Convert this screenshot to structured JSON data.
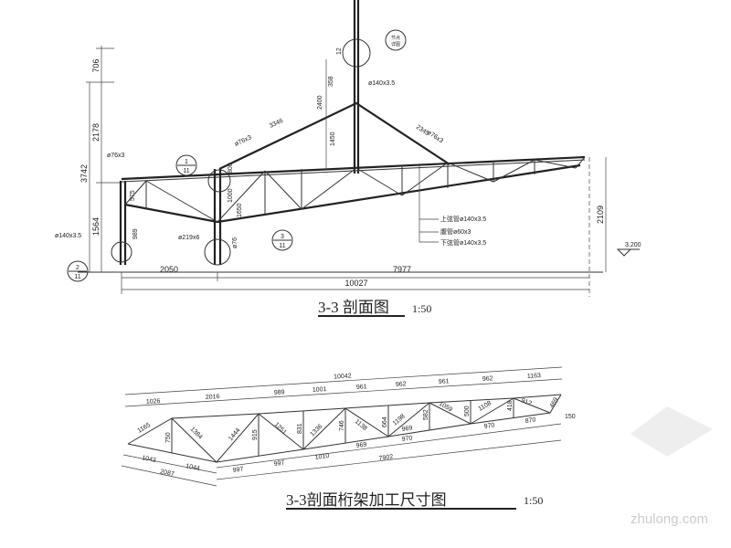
{
  "section": {
    "title": "3-3 剖面图",
    "scale": "1:50",
    "vertical_dims": [
      "706",
      "2178",
      "3742",
      "1564"
    ],
    "member_labels": {
      "rafter_left": "ø76x3",
      "rafter_left_len": "3346",
      "rafter_right": "ø76x3",
      "rafter_right_len": "2345",
      "mast": "ø140x3.5",
      "mast_dims": [
        "12",
        "358",
        "2400",
        "1450"
      ],
      "left_brace": "ø76x3",
      "left_column": "ø140x3.5",
      "mid_column": "ø219x6",
      "mid_brace": "ø76",
      "mid_dims": [
        "800",
        "1000",
        "1650"
      ],
      "left_dims": [
        "575",
        "989"
      ]
    },
    "legend": [
      "上弦管ø140x3.5",
      "腹管ø60x3",
      "下弦管ø140x3.5"
    ],
    "right_height": "2109",
    "elevation": "3.200",
    "horizontal_dims": [
      "2050",
      "7977",
      "10027"
    ],
    "detail_callouts": [
      {
        "num": "1",
        "sheet": "11"
      },
      {
        "num": "2",
        "sheet": "11"
      },
      {
        "num": "3",
        "sheet": "11"
      },
      {
        "num": "节点",
        "sheet": "详图"
      }
    ]
  },
  "truss": {
    "title": "3-3剖面桁架加工尺寸图",
    "scale": "1:50",
    "overall": "10042",
    "top_dims": [
      "1026",
      "2016",
      "989",
      "1001",
      "961",
      "962",
      "961",
      "962",
      "1163"
    ],
    "diagonals": [
      "1165",
      "1384",
      "1444",
      "1251",
      "1336",
      "1138",
      "1198",
      "1059",
      "1108",
      "912",
      "469"
    ],
    "verticals": [
      "750",
      "915",
      "831",
      "746",
      "664",
      "582",
      "500",
      "418"
    ],
    "bottom_dims_top": [
      "997",
      "997",
      "1010",
      "969",
      "970",
      "969",
      "970",
      "870",
      "150"
    ],
    "bottom_dims_left": [
      "1043",
      "1044",
      "2087"
    ],
    "bottom_total": "7902"
  },
  "watermark": "zhulong.com"
}
